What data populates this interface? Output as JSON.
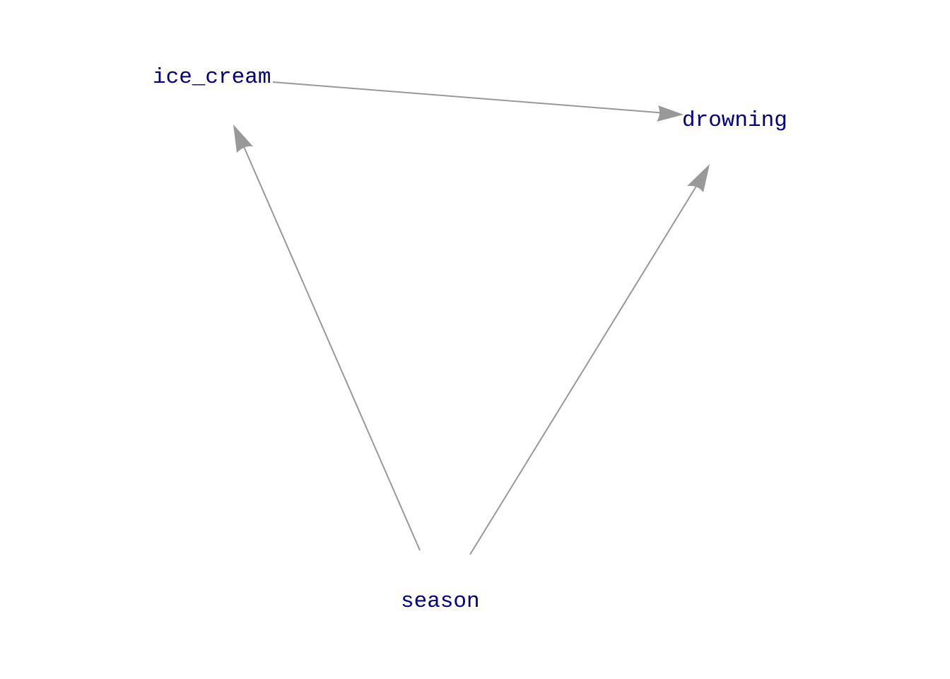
{
  "diagram": {
    "type": "directed-graph",
    "label_color": "#000080",
    "edge_color": "#999999",
    "nodes": [
      {
        "id": "ice_cream",
        "label": "ice_cream"
      },
      {
        "id": "drowning",
        "label": "drowning"
      },
      {
        "id": "season",
        "label": "season"
      }
    ],
    "edges": [
      {
        "from": "ice_cream",
        "to": "drowning"
      },
      {
        "from": "season",
        "to": "ice_cream"
      },
      {
        "from": "season",
        "to": "drowning"
      }
    ]
  }
}
